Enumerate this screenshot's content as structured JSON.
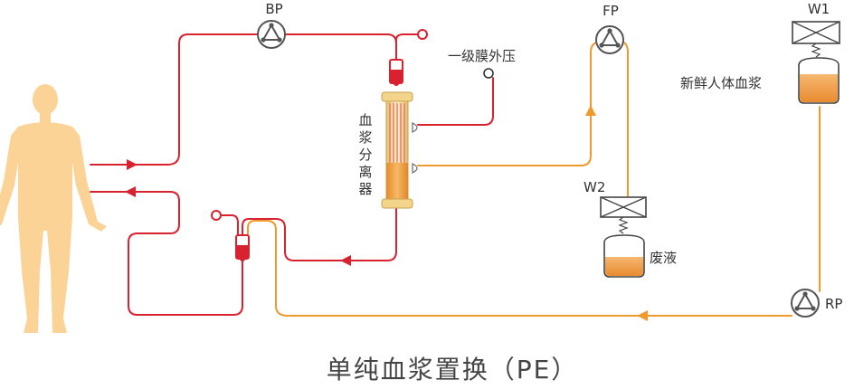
{
  "title": "单纯血浆置换（PE）",
  "labels": {
    "bp": "BP",
    "fp": "FP",
    "rp": "RP",
    "w1": "W1",
    "w2": "W2",
    "tmp": "一级膜外压",
    "separator": [
      "血",
      "浆",
      "分",
      "离",
      "器"
    ],
    "fresh_plasma": "新鲜人体血浆",
    "waste": "废液"
  },
  "colors": {
    "blood": "#d9222f",
    "plasma": "#ee9a2e",
    "body": "#fcd396",
    "filter_body": "#f2d48a",
    "plasma_fill": "#f0a24a",
    "pump": "#555555"
  },
  "icons": {
    "pump": "peristaltic-pump-icon",
    "scale": "weighing-scale-icon",
    "bag": "fluid-bag-icon",
    "person": "human-body-icon"
  }
}
